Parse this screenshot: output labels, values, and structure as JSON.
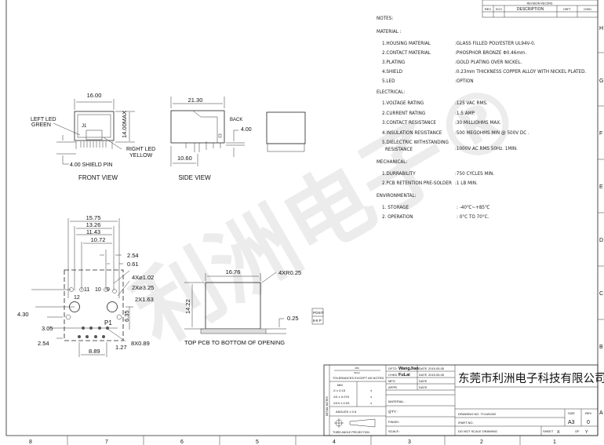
{
  "revision_record": {
    "title": "REVISION RECORD",
    "columns": [
      "REV",
      "ECO",
      "DESCRIPTION",
      "DRFT",
      "CHKD"
    ]
  },
  "notes": {
    "heading": "NOTES:",
    "sections": [
      {
        "title": "MATERIAL :",
        "items": [
          {
            "label": "1.HOUSING MATERIAL",
            "value": ":GLASS FILLED POLYESTER UL94V-0."
          },
          {
            "label": "2.CONTACT MATERIAL",
            "value": ":PHOSPHOR BRONZE Φ0.46mm."
          },
          {
            "label": "3.PLATING",
            "value": ":GOLD PLATING OVER NICKEL."
          },
          {
            "label": "4.SHIELD",
            "value": ":0.23mm THICKNESS COPPER ALLOY WITH NICKEL PLATED."
          },
          {
            "label": "5.LED",
            "value": ":OPTION"
          }
        ]
      },
      {
        "title": "ELECTRICAL:",
        "items": [
          {
            "label": "1.VOLTAGE RATING",
            "value": ":125 VAC RMS."
          },
          {
            "label": "2.CURRENT RATING",
            "value": ":1.5 AMP."
          },
          {
            "label": "3.CONTACT RESISTANCE",
            "value": ":30 MILLIOHMS MAX."
          },
          {
            "label": "4.INSULATION RESISTANCE",
            "value": ":500 MEGOHMS MIN @ 500V DC ."
          },
          {
            "label": "5.DIELECTRIC WITHSTANDING",
            "label2": "RESISTANCE",
            "value": ":1000V AC RMS 50Hz. 1MIN."
          }
        ]
      },
      {
        "title": "MECHANICAL:",
        "items": [
          {
            "label": "1.DURRABILITY",
            "value": ":750 CYCLES MIN."
          },
          {
            "label": "2.PCB RETENTION PRE-SOLDER",
            "value": ":1 LB MIN."
          }
        ]
      },
      {
        "title": "ENVIRONMENTAL:",
        "items": [
          {
            "label": "1. STORAGE",
            "value": ": -40℃~+85℃"
          },
          {
            "label": "2. OPERATION",
            "value": ": 0°C TO 70°C."
          }
        ]
      }
    ]
  },
  "views": {
    "front": {
      "title": "FRONT VIEW",
      "width": "16.00",
      "height": "14.00MAX",
      "left_led": "LEFT LED",
      "left_led_color": "GREEN",
      "right_led": "RIGHT LED",
      "right_led_color": "YELLOW",
      "shield_pin": "4.00  SHIELD PIN",
      "j1": "J1"
    },
    "side": {
      "title": "SIDE VIEW",
      "length": "21.30",
      "back": "BACK",
      "back_dim": "4.00",
      "front_dim": "10.60"
    },
    "pcb": {
      "dims": [
        "15.75",
        "13.26",
        "11.43",
        "10.72"
      ],
      "d254": "2.54",
      "d061": "0.61",
      "hole1": "4X⌀1.02",
      "hole2": "2X⌀3.25",
      "hole3": "2X1.63",
      "d635": "6.35",
      "d430": "4.30",
      "d305": "3.05",
      "d254b": "2.54",
      "pins": "8X0.89",
      "d127": "1.27",
      "d889": "8.89",
      "p1": "P1",
      "n9": "9",
      "n10": "10",
      "n11": "11",
      "n12": "12"
    },
    "opening": {
      "width": "16.76",
      "radius": "4XR0.25",
      "height": "14.22",
      "offset": "0.25",
      "caption": "TOP PCB TO BOTTOM OF OPENING"
    },
    "position_box": {
      "l1": "POSIT",
      "l2": "8-8 P"
    }
  },
  "title_block": {
    "company": "东莞市利洲电子科技有限公司",
    "units_top": "MM",
    "units_bottom": "INCH",
    "tolerance": "TOLERANCES EXCEPT AS NOTED",
    "tol_rows": [
      ".X ± 0.15",
      ".XX ± 0.075",
      ".XXX ± 0.03"
    ],
    "tol_head": "MM",
    "tol_vals": [
      "±",
      "±",
      "±"
    ],
    "angles": "ANGLES ± 0.5",
    "projection": "THIRD ANGLE PROJECTION",
    "side_label": "DETAIL NOTES",
    "sign": [
      {
        "role": "DFTD",
        "name": "WangJian",
        "date_label": "DATE",
        "date": "2015.05.05"
      },
      {
        "role": "CHKD",
        "name": "FuLai",
        "date_label": "DATE",
        "date": "2015.05.05"
      },
      {
        "role": "MFG",
        "name": "",
        "date_label": "DATE",
        "date": ""
      },
      {
        "role": "APPR.",
        "name": "",
        "date_label": "DATE",
        "date": ""
      }
    ],
    "material": "MATERIAL :",
    "qty": "Q'TY :",
    "finish": "FINISH  :",
    "scale": "SCALE :",
    "drawing_no": "DRAWING NO.  TCLM1002",
    "part_no": "/PART  NO.",
    "dont_scale": "DO NOT SCALE DRAWING",
    "size_label": "SIZE",
    "size": "A3",
    "rev_label": "REV",
    "rev": "0",
    "sheet_label": "SHEET",
    "sheet": "X",
    "of_label": "OF",
    "of": "Y"
  },
  "zones": {
    "letters": [
      "H",
      "G",
      "F",
      "E",
      "D",
      "C",
      "B",
      "A"
    ],
    "numbers": [
      "8",
      "7",
      "6",
      "5",
      "4",
      "3",
      "2",
      "1"
    ]
  },
  "watermark": "利洲电子®"
}
